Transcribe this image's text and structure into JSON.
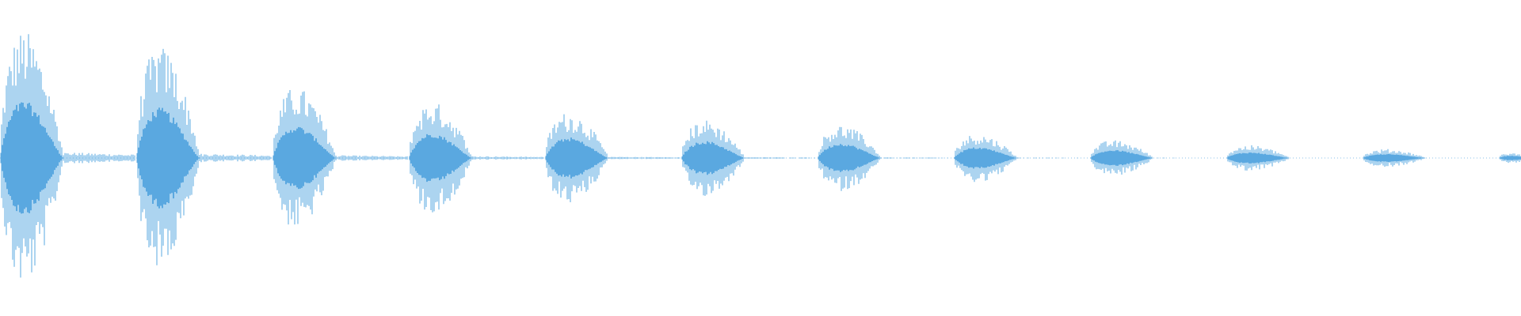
{
  "waveform": {
    "color": "#5aa8e0",
    "background": "#ffffff",
    "pulse_count": 12,
    "pulse_peaks": [
      1.0,
      0.88,
      0.56,
      0.44,
      0.36,
      0.3,
      0.26,
      0.19,
      0.14,
      0.1,
      0.07,
      0.04
    ],
    "noise_floor": [
      0.045,
      0.035,
      0.022,
      0.015,
      0.01,
      0.007,
      0.005,
      0.004,
      0.003,
      0.002,
      0.0015,
      0.001
    ]
  }
}
